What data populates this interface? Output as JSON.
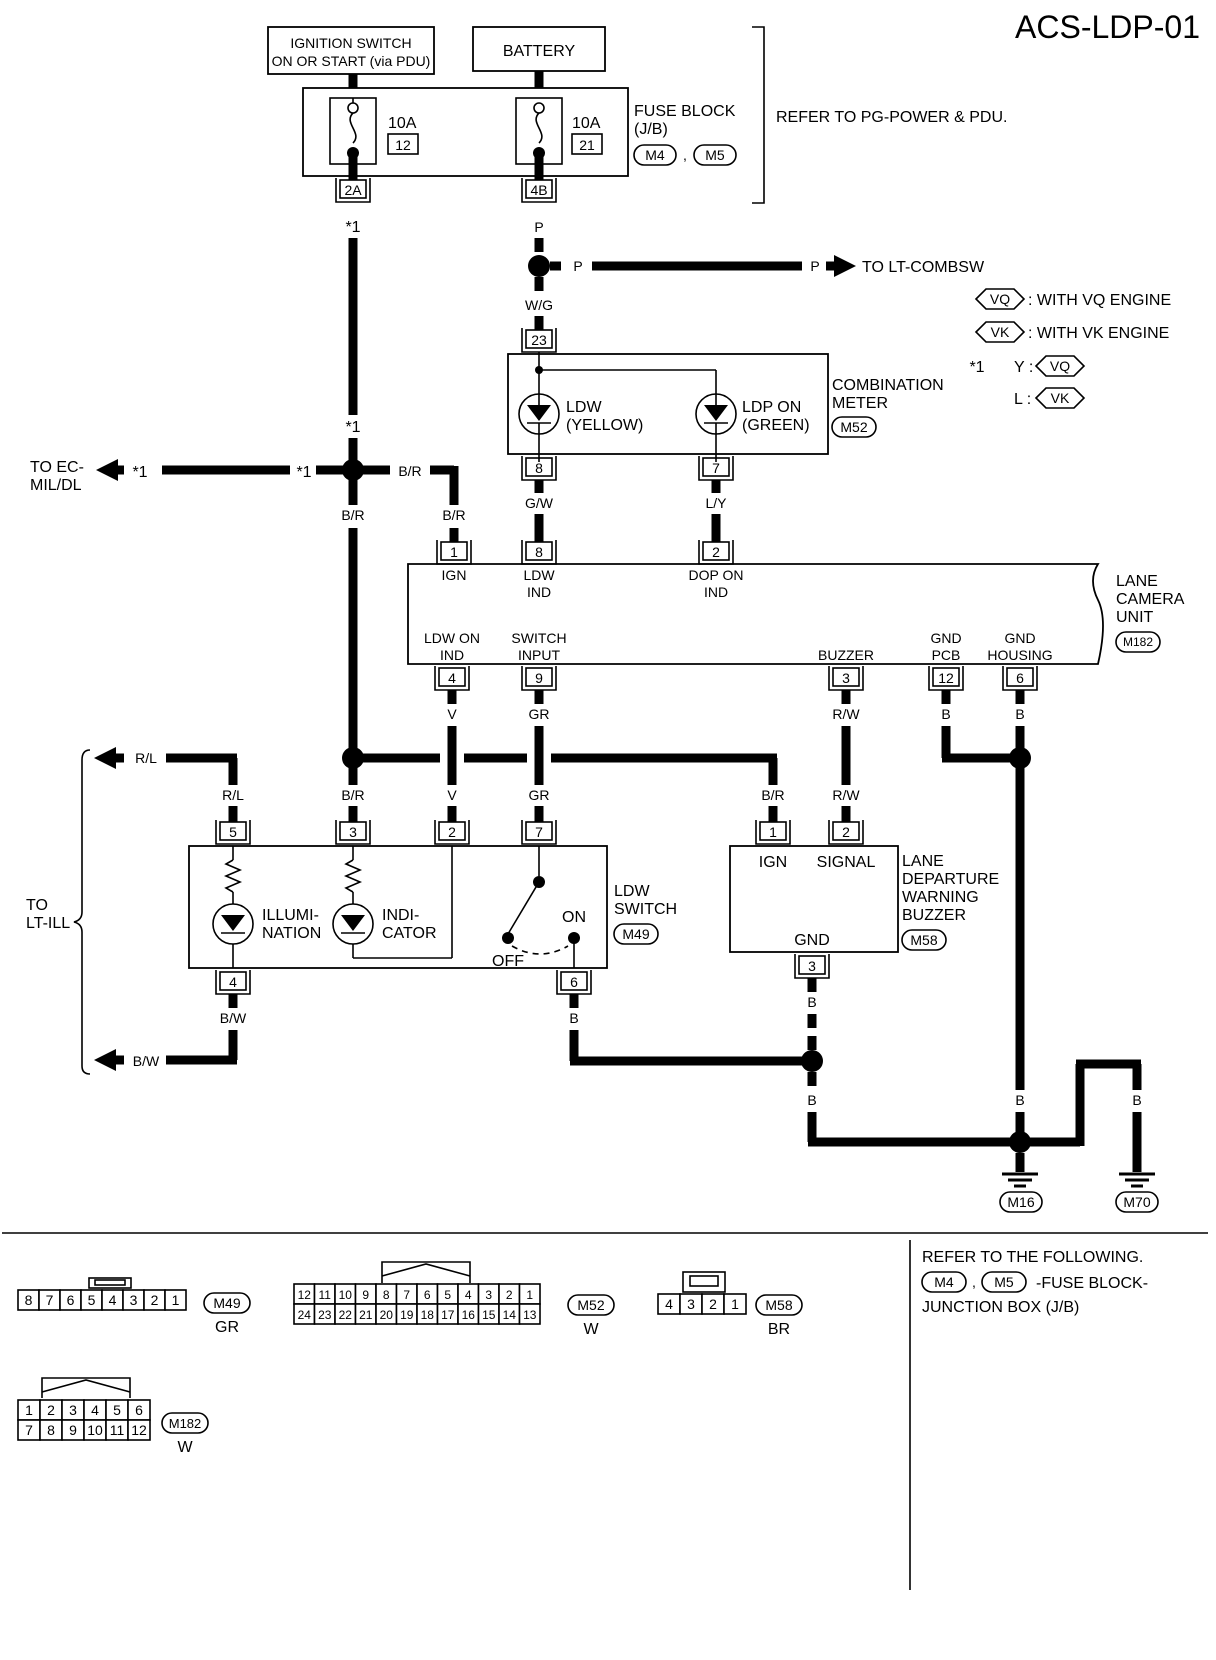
{
  "diagram_id": "ACS-LDP-01",
  "power": {
    "ignition_label_1": "IGNITION SWITCH",
    "ignition_label_2": "ON OR START (via PDU)",
    "battery_label": "BATTERY",
    "fuse1_rating": "10A",
    "fuse1_no": "12",
    "fuse1_conn": "2A",
    "fuse2_rating": "10A",
    "fuse2_no": "21",
    "fuse2_conn": "4B",
    "fuse_block_1": "FUSE BLOCK",
    "fuse_block_2": "(J/B)",
    "fuse_block_conn1": "M4",
    "fuse_block_sep": ",",
    "fuse_block_conn2": "M5",
    "refer": "REFER TO PG-POWER & PDU."
  },
  "legend": {
    "vq_tag": "VQ",
    "vq_text": ": WITH VQ ENGINE",
    "vk_tag": "VK",
    "vk_text": ": WITH VK ENGINE",
    "star": "*1",
    "y_label": "Y :",
    "y_tag": "VQ",
    "l_label": "L :",
    "l_tag": "VK"
  },
  "wires": {
    "p": "P",
    "wg": "W/G",
    "gw": "G/W",
    "ly": "L/Y",
    "br": "B/R",
    "v": "V",
    "gr": "GR",
    "rw": "R/W",
    "b": "B",
    "rl": "R/L",
    "bw": "B/W",
    "star1": "*1"
  },
  "to_labels": {
    "lt_combsw": "TO LT-COMBSW",
    "ec_1": "TO EC-",
    "ec_2": "MIL/DL",
    "lt_ill_1": "TO",
    "lt_ill_2": "LT-ILL"
  },
  "combination_meter": {
    "name_1": "COMBINATION",
    "name_2": "METER",
    "conn": "M52",
    "ldw_1": "LDW",
    "ldw_2": "(YELLOW)",
    "ldp_1": "LDP ON",
    "ldp_2": "(GREEN)",
    "pin_top": "23",
    "pin_ldw": "8",
    "pin_ldp": "7"
  },
  "lane_camera": {
    "name_1": "LANE",
    "name_2": "CAMERA",
    "name_3": "UNIT",
    "conn": "M182",
    "pin1": "1",
    "pin1_label": "IGN",
    "pin8": "8",
    "pin8_label_1": "LDW",
    "pin8_label_2": "IND",
    "pin2": "2",
    "pin2_label_1": "DOP ON",
    "pin2_label_2": "IND",
    "pin4": "4",
    "pin4_label_1": "LDW ON",
    "pin4_label_2": "IND",
    "pin9": "9",
    "pin9_label_1": "SWITCH",
    "pin9_label_2": "INPUT",
    "pin3": "3",
    "pin3_label": "BUZZER",
    "pin12": "12",
    "pin12_label_1": "GND",
    "pin12_label_2": "PCB",
    "pin6": "6",
    "pin6_label_1": "GND",
    "pin6_label_2": "HOUSING"
  },
  "ldw_switch": {
    "name_1": "LDW",
    "name_2": "SWITCH",
    "conn": "M49",
    "illum_1": "ILLUMI-",
    "illum_2": "NATION",
    "indic_1": "INDI-",
    "indic_2": "CATOR",
    "on": "ON",
    "off": "OFF",
    "pin5": "5",
    "pin3": "3",
    "pin2": "2",
    "pin7": "7",
    "pin4": "4",
    "pin6": "6"
  },
  "buzzer": {
    "name_1": "LANE",
    "name_2": "DEPARTURE",
    "name_3": "WARNING",
    "name_4": "BUZZER",
    "conn": "M58",
    "pin1": "1",
    "pin1_label": "IGN",
    "pin2": "2",
    "pin2_label": "SIGNAL",
    "pin3": "3",
    "pin3_label": "GND"
  },
  "grounds": {
    "g1": "M16",
    "g2": "M70"
  },
  "connectors": {
    "m49": {
      "pins": [
        "8",
        "7",
        "6",
        "5",
        "4",
        "3",
        "2",
        "1"
      ],
      "id": "M49",
      "color": "GR"
    },
    "m52": {
      "top": [
        "12",
        "11",
        "10",
        "9",
        "8",
        "7",
        "6",
        "5",
        "4",
        "3",
        "2",
        "1"
      ],
      "bottom": [
        "24",
        "23",
        "22",
        "21",
        "20",
        "19",
        "18",
        "17",
        "16",
        "15",
        "14",
        "13"
      ],
      "id": "M52",
      "color": "W"
    },
    "m58": {
      "pins": [
        "4",
        "3",
        "2",
        "1"
      ],
      "id": "M58",
      "color": "BR"
    },
    "m182": {
      "top": [
        "1",
        "2",
        "3",
        "4",
        "5",
        "6"
      ],
      "bottom": [
        "7",
        "8",
        "9",
        "10",
        "11",
        "12"
      ],
      "id": "M182",
      "color": "W"
    }
  },
  "refer_following": {
    "line1": "REFER TO THE FOLLOWING.",
    "conn1": "M4",
    "sep": ",",
    "conn2": "M5",
    "tail": "-FUSE BLOCK-",
    "line3": "JUNCTION BOX (J/B)"
  }
}
